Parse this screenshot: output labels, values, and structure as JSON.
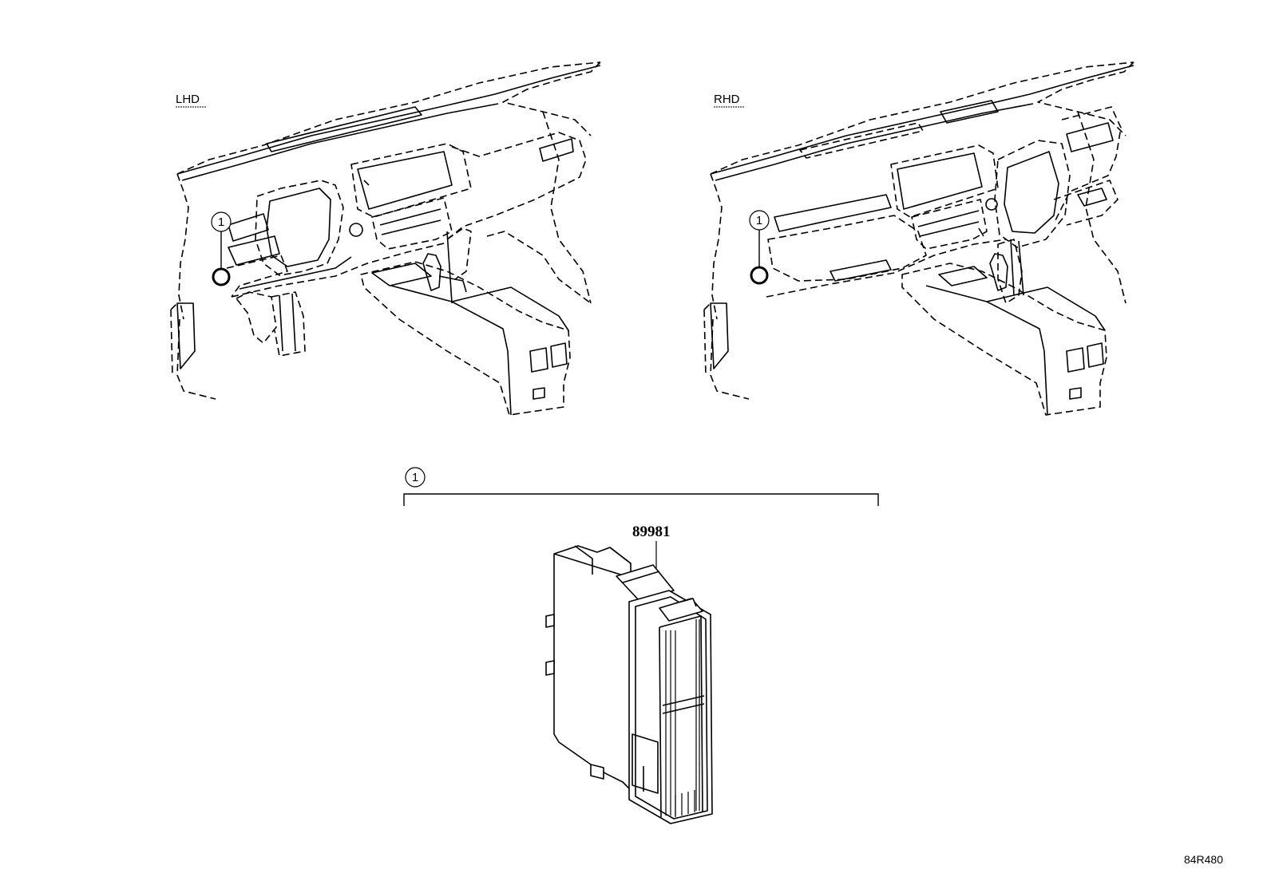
{
  "views": {
    "lhd_label": "LHD",
    "rhd_label": "RHD"
  },
  "callouts": {
    "lhd_marker": "1",
    "rhd_marker": "1",
    "group_marker": "1"
  },
  "part": {
    "number": "89981"
  },
  "illustration_code": "84R480"
}
